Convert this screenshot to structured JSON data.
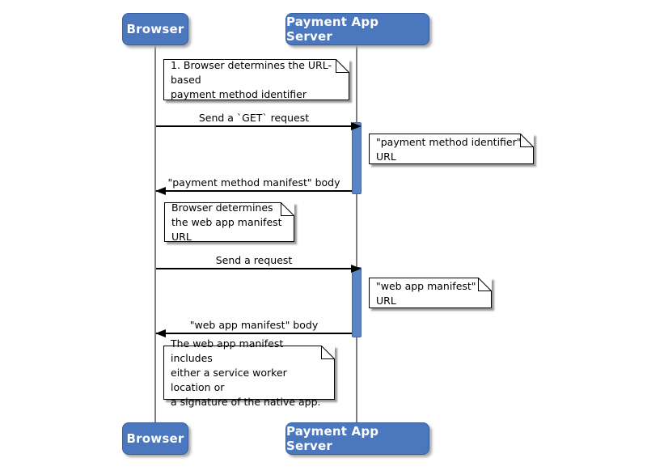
{
  "diagram_type": "uml-sequence",
  "colors": {
    "actor_fill": "#4b77be",
    "actor_border": "#345d9b",
    "actor_text": "#ffffff",
    "activation_fill": "#5b84c8",
    "activation_border": "#44679f",
    "lifeline": "#7f7f7f",
    "note_fill": "#ffffff",
    "note_border": "#000000",
    "message_line": "#000000",
    "background": "#ffffff"
  },
  "actors": [
    {
      "label": "Browser"
    },
    {
      "label": "Payment App Server"
    }
  ],
  "messages": [
    {
      "label": "Send a `GET` request",
      "from": "Browser",
      "to": "Payment App Server",
      "direction": "right"
    },
    {
      "label": "\"payment method manifest\" body",
      "from": "Payment App Server",
      "to": "Browser",
      "direction": "left"
    },
    {
      "label": "Send a request",
      "from": "Browser",
      "to": "Payment App Server",
      "direction": "right"
    },
    {
      "label": "\"web app manifest\" body",
      "from": "Payment App Server",
      "to": "Browser",
      "direction": "left"
    }
  ],
  "notes": [
    {
      "lines": [
        "1. Browser determines the URL-based",
        "payment method identifier"
      ]
    },
    {
      "lines": [
        "\"payment method identifier\" URL"
      ]
    },
    {
      "lines": [
        "Browser determines",
        "the web app manifest URL"
      ]
    },
    {
      "lines": [
        "\"web app manifest\" URL"
      ]
    },
    {
      "lines": [
        "The web app manifest includes",
        "either a service worker location or",
        "a signature of the native app."
      ]
    }
  ]
}
